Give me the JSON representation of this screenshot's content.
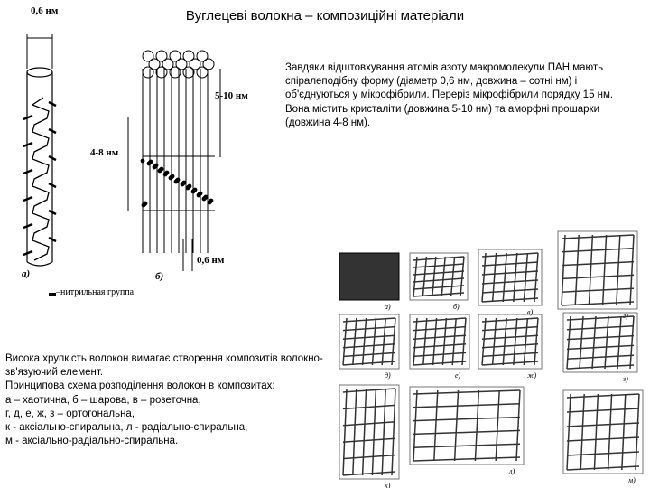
{
  "title": "Вуглецеві волокна – композиційні матеріали",
  "paragraph1": "Завдяки відштовхування атомів азоту макромолекули ПАН мають спіралеподібну форму (діаметр 0,6 нм, довжина – сотні нм) і об'єднуються у мікрофібрили. Переріз мікрофібрили порядку 15 нм. Вона містить кристаліти (довжина 5-10 нм) та аморфні прошарки (довжина 4-8 нм).",
  "paragraph2": "Висока хрупкість волокон вимагає створення композитів волокно-зв'язуючий елемент.\nПринципова схема розподілення волокон в композитах:\nа – хаотична, б – шарова, в – розеточна,\nг, д, е, ж, з – ортогональна,\nк - аксіально-спиральна, л - радіально-спиральна,\nм - аксіально-радіально-спиральна.",
  "figure_fiber": {
    "label_diameter_top": "0,6 нм",
    "label_5_10": "5-10 нм",
    "label_4_8": "4-8 нм",
    "label_diameter_bottom": "0,6 нм",
    "label_a": "а)",
    "label_b": "б)",
    "legend_text": "–нитрильная группа"
  },
  "figure_composites": {
    "panel_labels": [
      "а)",
      "б)",
      "в)",
      "г)",
      "д)",
      "е)",
      "ж)",
      "з)",
      "к)",
      "л)",
      "м)"
    ]
  }
}
